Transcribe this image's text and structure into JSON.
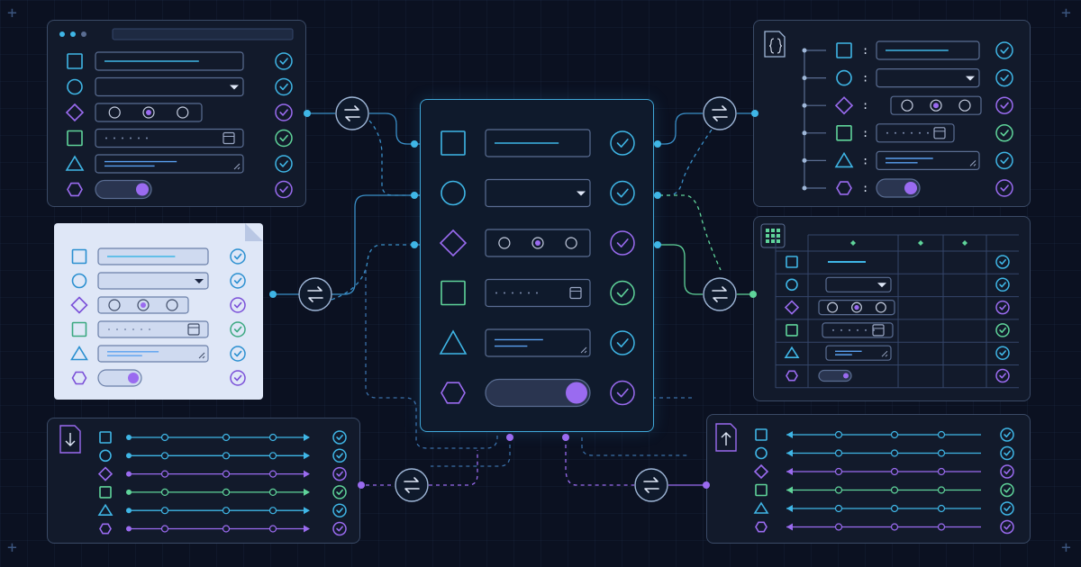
{
  "colors": {
    "background": "#0b1121",
    "panel": "#121a2b",
    "panel_border": "#3a4a66",
    "cyan": "#3fb6e6",
    "blue": "#5aa0f0",
    "purple": "#9a6bf0",
    "green": "#5fd49a",
    "light_panel": "#dfe7f7"
  },
  "field_shapes": [
    "square-icon",
    "circle-icon",
    "diamond-icon",
    "square-icon",
    "triangle-icon",
    "hexagon-icon"
  ],
  "field_kinds": [
    "text-input",
    "select-dropdown",
    "radio-group",
    "date-input",
    "textarea",
    "toggle-switch"
  ],
  "field_colors": [
    "#3fb6e6",
    "#3fb6e6",
    "#9a6bf0",
    "#5fd49a",
    "#3fb6e6",
    "#9a6bf0"
  ],
  "panels": {
    "center": {
      "name": "central-form",
      "icons": [
        "square-icon",
        "circle-icon",
        "diamond-icon",
        "square-icon",
        "triangle-icon",
        "hexagon-icon"
      ]
    },
    "top_left": {
      "name": "browser-form",
      "header_icon": "window-dots-icon"
    },
    "mid_left": {
      "name": "document-form",
      "header_icon": "folded-page-icon"
    },
    "bottom_left": {
      "name": "download-mapping",
      "header_icon": "download-icon"
    },
    "top_right": {
      "name": "json-tree-form",
      "header_icon": "code-braces-icon"
    },
    "mid_right": {
      "name": "spreadsheet-form",
      "header_icon": "grid-icon"
    },
    "bottom_right": {
      "name": "upload-mapping",
      "header_icon": "upload-icon"
    }
  },
  "connectors": {
    "icon": "swap-arrows-icon",
    "count": 6
  }
}
